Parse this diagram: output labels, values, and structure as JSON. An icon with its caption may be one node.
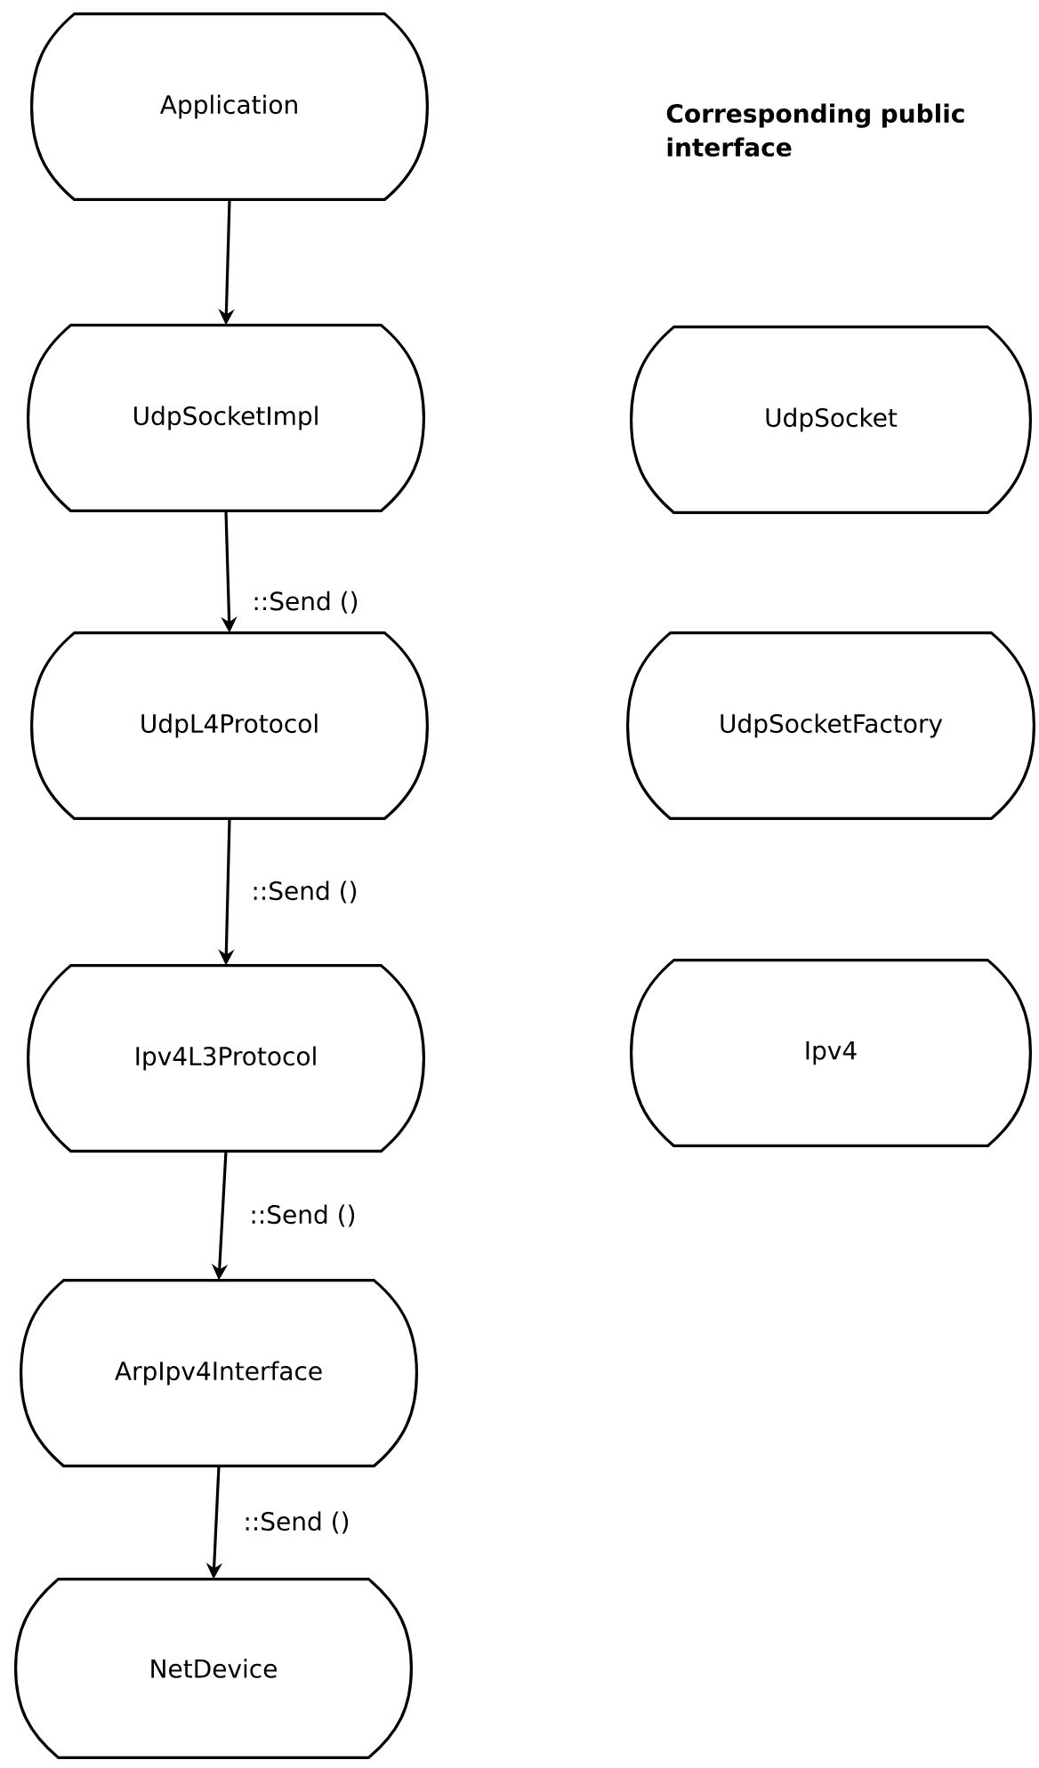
{
  "diagram": {
    "nodes": [
      {
        "text": [
          "Application"
        ]
      },
      {
        "text": [
          "UdpSocketImpl"
        ]
      },
      {
        "text": [
          "UdpL4Protocol"
        ]
      },
      {
        "text": [
          "Ipv4L3Protocol"
        ]
      },
      {
        "text": [
          "ArpIpv4Interface"
        ]
      },
      {
        "text": [
          "NetDevice"
        ]
      },
      {
        "text": [
          "UdpSocket"
        ]
      },
      {
        "text": [
          "UdpSocketFactory"
        ]
      },
      {
        "text": [
          "Ipv4"
        ]
      }
    ],
    "edges": [
      {
        "from": 0,
        "to": 1,
        "arrow": "to"
      },
      {
        "from": 1,
        "to": 2,
        "arrow": "to",
        "label": "::Send ()"
      },
      {
        "from": 2,
        "to": 3,
        "arrow": "to",
        "label": "::Send ()"
      },
      {
        "from": 3,
        "to": 4,
        "arrow": "to",
        "label": "::Send ()"
      },
      {
        "from": 4,
        "to": 5,
        "arrow": "to",
        "label": "::Send ()"
      }
    ],
    "labels": [
      "Corresponding public interface"
    ]
  }
}
